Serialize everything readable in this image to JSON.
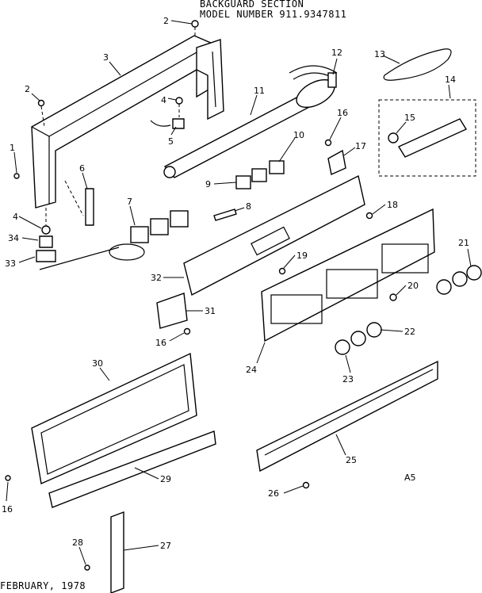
{
  "header": {
    "title": "BACKGUARD SECTION",
    "model": "MODEL NUMBER 911.9347811"
  },
  "footer": {
    "date": "FEBRUARY, 1978",
    "code": "A5"
  },
  "callouts": [
    {
      "num": "1"
    },
    {
      "num": "2"
    },
    {
      "num": "2"
    },
    {
      "num": "3"
    },
    {
      "num": "4"
    },
    {
      "num": "4"
    },
    {
      "num": "5"
    },
    {
      "num": "6"
    },
    {
      "num": "7"
    },
    {
      "num": "8"
    },
    {
      "num": "9"
    },
    {
      "num": "10"
    },
    {
      "num": "11"
    },
    {
      "num": "12"
    },
    {
      "num": "13"
    },
    {
      "num": "14"
    },
    {
      "num": "15"
    },
    {
      "num": "16"
    },
    {
      "num": "16"
    },
    {
      "num": "16"
    },
    {
      "num": "17"
    },
    {
      "num": "18"
    },
    {
      "num": "19"
    },
    {
      "num": "20"
    },
    {
      "num": "21"
    },
    {
      "num": "22"
    },
    {
      "num": "23"
    },
    {
      "num": "24"
    },
    {
      "num": "25"
    },
    {
      "num": "26"
    },
    {
      "num": "27"
    },
    {
      "num": "28"
    },
    {
      "num": "29"
    },
    {
      "num": "30"
    },
    {
      "num": "31"
    },
    {
      "num": "32"
    },
    {
      "num": "33"
    },
    {
      "num": "34"
    }
  ]
}
